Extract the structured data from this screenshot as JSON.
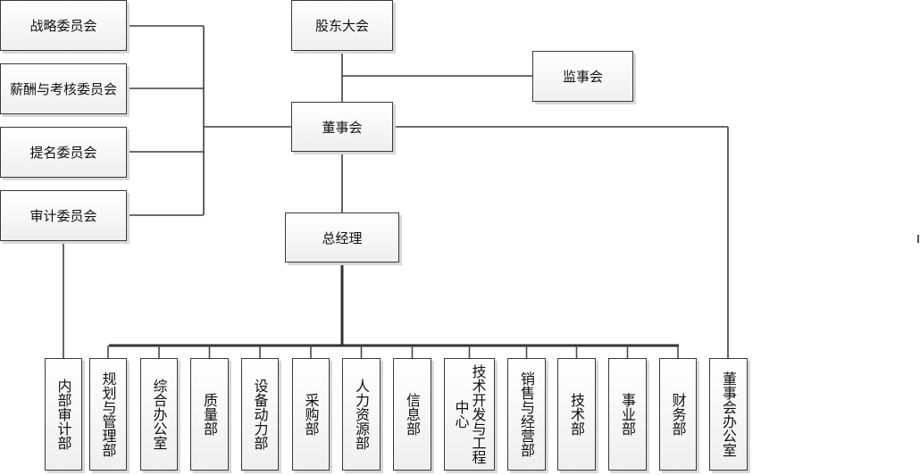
{
  "diagram": {
    "type": "org-chart",
    "top": {
      "shareholders": "股东大会",
      "supervisors": "监事会",
      "board": "董事会",
      "general_manager": "总经理"
    },
    "committees": [
      "战略委员会",
      "薪酬与考核委员会",
      "提名委员会",
      "审计委员会"
    ],
    "audit_dept": "内部审计部",
    "departments": [
      "规划与管理部",
      "综合办公室",
      "质量部",
      "设备动力部",
      "采购部",
      "人力资源部",
      "信息部",
      "技术开发与工程中心",
      "销售与经营部",
      "技术部",
      "事业部",
      "财务部"
    ],
    "board_office": "董事会办公室",
    "line_color": "#3a3a3a"
  }
}
